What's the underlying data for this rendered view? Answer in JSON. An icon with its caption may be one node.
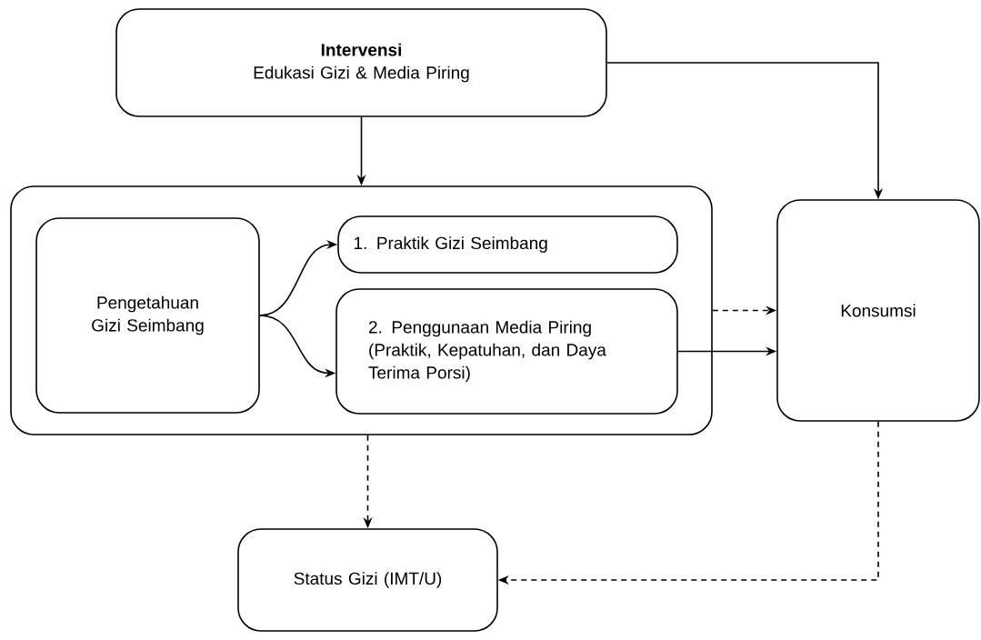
{
  "diagram": {
    "nodes": [
      {
        "text": [
          "Intervensi",
          "Edukasi Gizi & Media Piring"
        ]
      },
      {
        "text": [],
        "shape": "box"
      },
      {
        "text": [
          "Pengetahuan Gizi Seimbang"
        ],
        "in": 1
      },
      {
        "text": [
          "1. Praktik Gizi Seimbang"
        ],
        "in": 1
      },
      {
        "text": [
          "2. Penggunaan Media Piring (Praktik, Kepatuhan, dan Daya Terima Porsi)"
        ],
        "in": 1
      },
      {
        "text": [
          "Konsumsi"
        ]
      },
      {
        "text": [
          "Status Gizi (IMT/U)"
        ]
      }
    ],
    "edges": [
      {
        "from": 0,
        "to": 1,
        "arrow": "to"
      },
      {
        "from": 0,
        "to": 5,
        "arrow": "to"
      },
      {
        "from": 2,
        "to": 3,
        "arrow": "to"
      },
      {
        "from": 2,
        "to": 4,
        "arrow": "to"
      },
      {
        "from": 1,
        "to": 5,
        "arrow": "to",
        "style": "dashed"
      },
      {
        "from": 4,
        "to": 5,
        "arrow": "to"
      },
      {
        "from": 1,
        "to": 6,
        "arrow": "to",
        "style": "dashed"
      },
      {
        "from": 5,
        "to": 6,
        "arrow": "to",
        "style": "dashed"
      }
    ]
  }
}
